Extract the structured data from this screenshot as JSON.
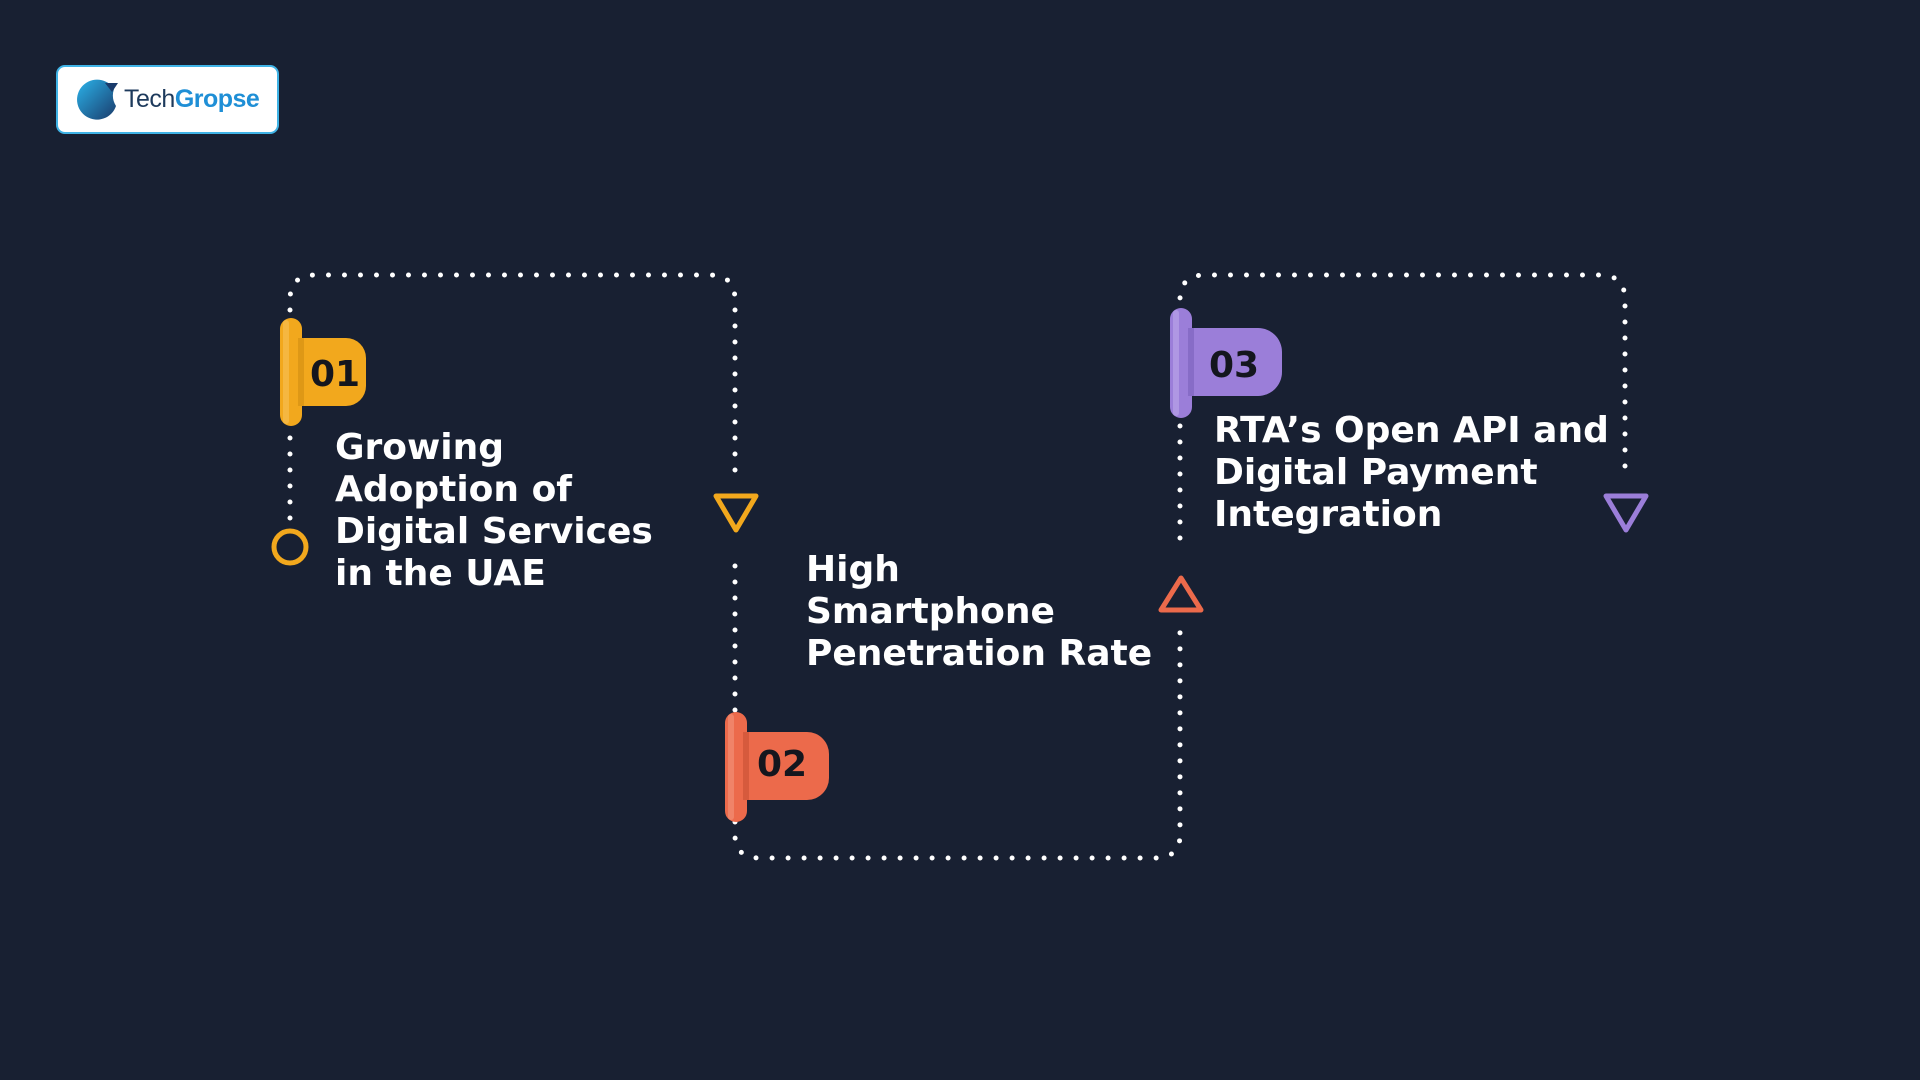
{
  "brand": {
    "name_part1": "Tech",
    "name_part2": "Gropse"
  },
  "steps": [
    {
      "number": "01",
      "title_lines": [
        "Growing",
        "Adoption of",
        "Digital Services",
        "in the UAE"
      ],
      "color": "#f2a81d"
    },
    {
      "number": "02",
      "title_lines": [
        "High",
        "Smartphone",
        "Penetration Rate"
      ],
      "color": "#ec6a4b"
    },
    {
      "number": "03",
      "title_lines": [
        "RTA’s Open API and",
        "Digital Payment",
        "Integration"
      ],
      "color": "#9b7ed9"
    }
  ],
  "colors": {
    "background": "#182032",
    "path_dots": "#ffffff",
    "text": "#ffffff"
  }
}
